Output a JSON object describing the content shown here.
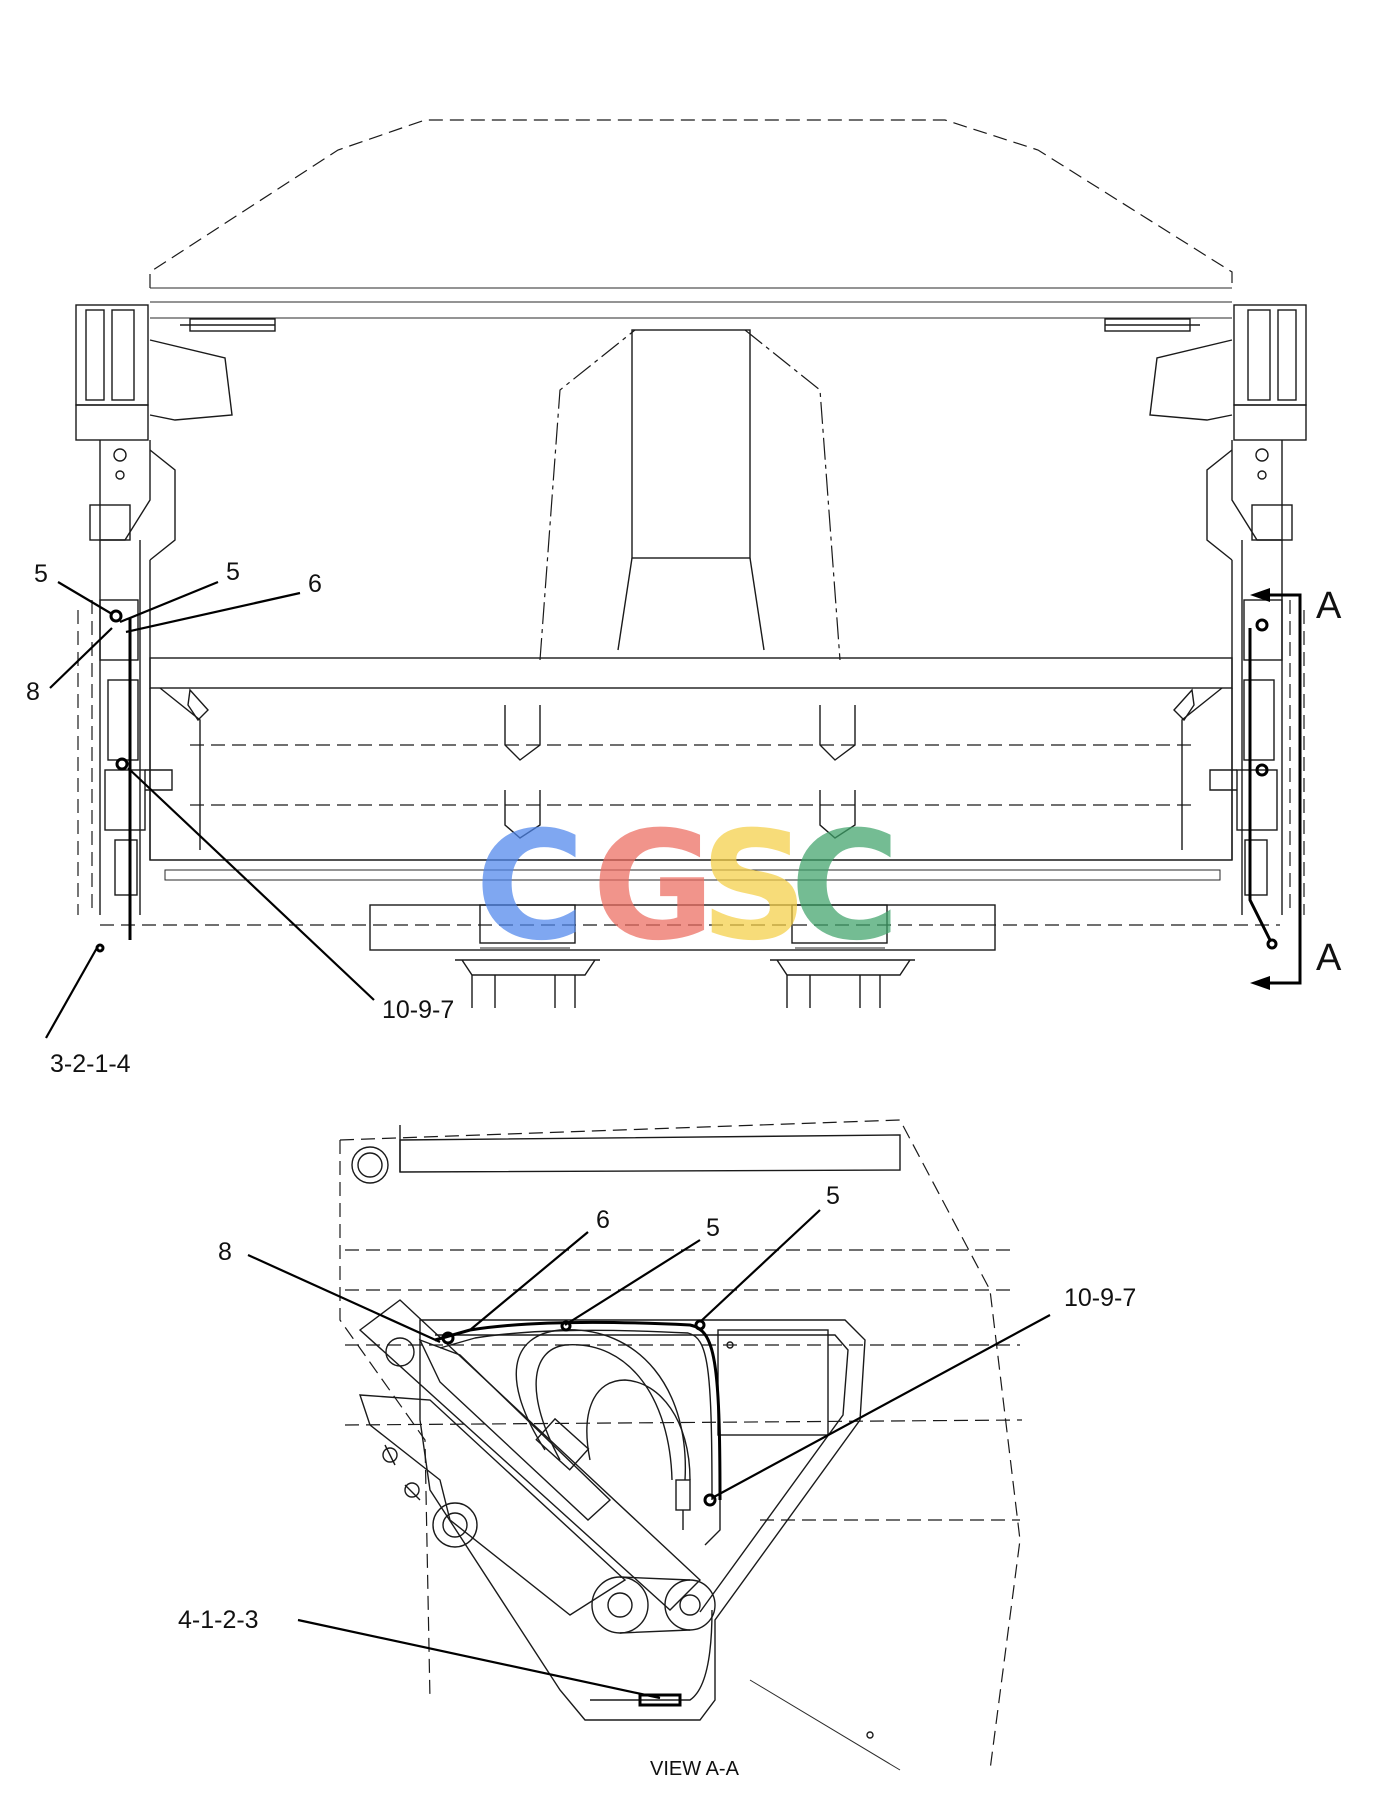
{
  "callouts_top": {
    "c1": "5",
    "c2": "5",
    "c3": "6",
    "c4": "8",
    "c5": "10-9-7",
    "c6": "3-2-1-4"
  },
  "callouts_bottom": {
    "c1": "6",
    "c2": "5",
    "c3": "5",
    "c4": "8",
    "c5": "10-9-7",
    "c6": "4-1-2-3"
  },
  "section_marker": {
    "top": "A",
    "bottom": "A"
  },
  "view_label": "VIEW A-A",
  "watermark": {
    "letters": [
      "C",
      "G",
      "S",
      "C"
    ],
    "colors": [
      "#4f86ec",
      "#ec6b5f",
      "#f5cf46",
      "#3fa36a"
    ]
  }
}
